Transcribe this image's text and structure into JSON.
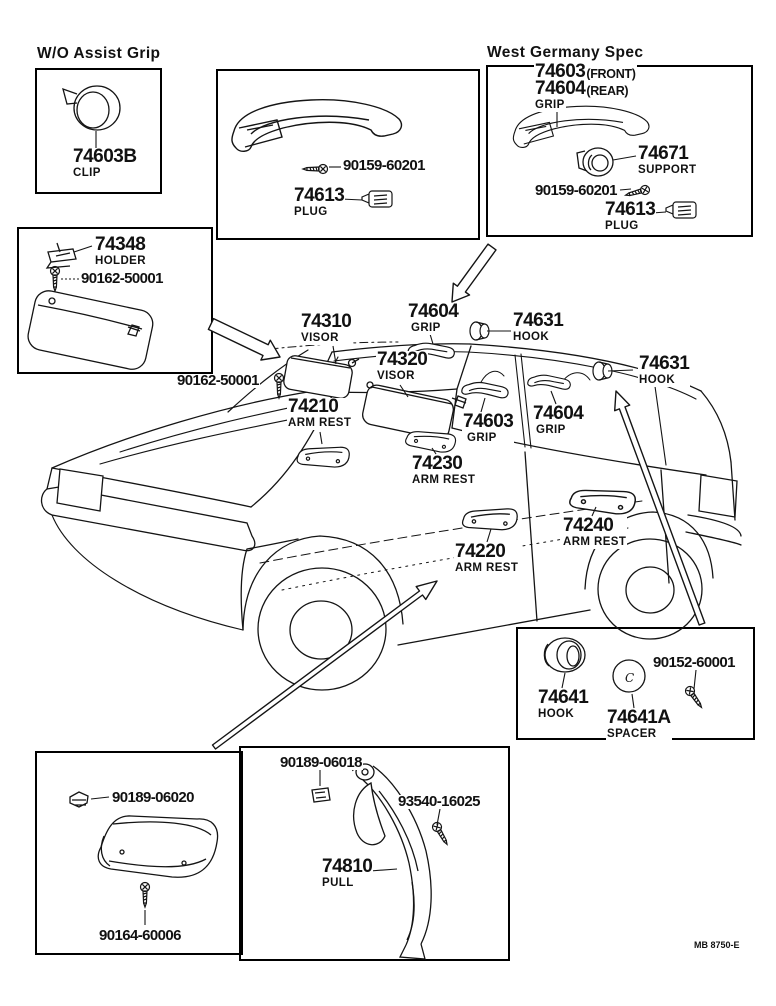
{
  "boxes": {
    "wo_assist_grip": {
      "title": "W/O Assist Grip",
      "clip_number": "74603B",
      "clip_name": "CLIP"
    },
    "assist_grip": {
      "screw_number": "90159-60201",
      "plug_number": "74613",
      "plug_name": "PLUG"
    },
    "west_germany": {
      "title": "West Germany Spec",
      "grip_front_number": "74603",
      "grip_front_note": "(FRONT)",
      "grip_rear_number": "74604",
      "grip_rear_note": "(REAR)",
      "grip_name": "GRIP",
      "support_number": "74671",
      "support_name": "SUPPORT",
      "screw_number": "90159-60201",
      "plug_number": "74613",
      "plug_name": "PLUG"
    },
    "visor_holder": {
      "holder_number": "74348",
      "holder_name": "HOLDER",
      "screw_number": "90162-50001"
    },
    "hook_spacer": {
      "hook_number": "74641",
      "hook_name": "HOOK",
      "spacer_number": "74641A",
      "spacer_name": "SPACER",
      "screw_number": "90152-60001",
      "spacer_marking": "C"
    },
    "front_door_armrest": {
      "clip_number": "90189-06020",
      "screw_number": "90164-60006"
    },
    "pull_handle": {
      "clip_number": "90189-06018",
      "screw_number": "93540-16025",
      "pull_number": "74810",
      "pull_name": "PULL"
    }
  },
  "callouts": {
    "visor_screw": "90162-50001",
    "visor_front": {
      "number": "74310",
      "name": "VISOR"
    },
    "roof_grip": {
      "number": "74604",
      "name": "GRIP"
    },
    "hook_front": {
      "number": "74631",
      "name": "HOOK"
    },
    "visor_rear": {
      "number": "74320",
      "name": "VISOR"
    },
    "hook_rear": {
      "number": "74631",
      "name": "HOOK"
    },
    "armrest_front": {
      "number": "74210",
      "name": "ARM REST"
    },
    "grip_front_door": {
      "number": "74603",
      "name": "GRIP"
    },
    "grip_rear_door": {
      "number": "74604",
      "name": "GRIP"
    },
    "armrest_74230": {
      "number": "74230",
      "name": "ARM REST"
    },
    "armrest_front_door": {
      "number": "74220",
      "name": "ARM REST"
    },
    "armrest_rear_door": {
      "number": "74240",
      "name": "ARM REST"
    }
  },
  "footer": {
    "doc_code": "MB 8750-E"
  }
}
